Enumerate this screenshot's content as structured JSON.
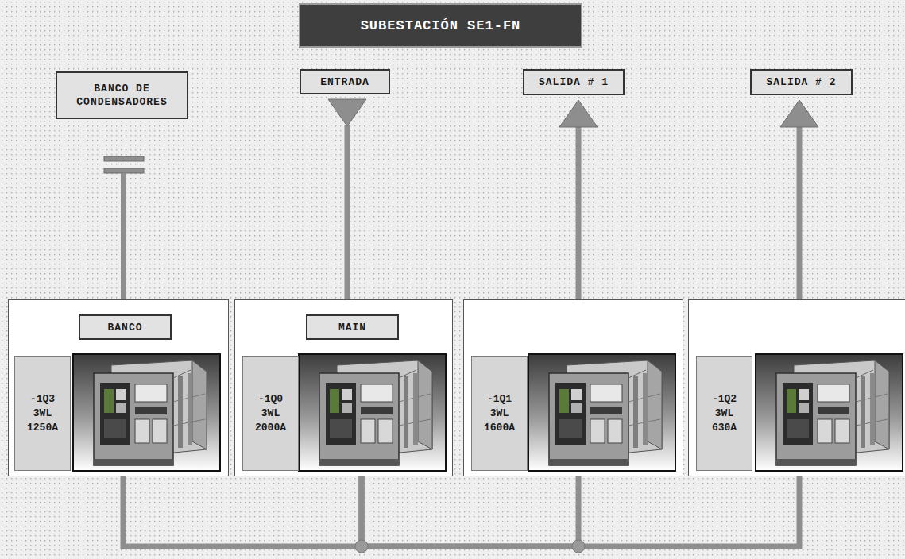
{
  "diagram": {
    "title": "SUBESTACIÓN SE1-FN",
    "nodes": [
      {
        "text": [
          "BANCO DE CONDENSADORES"
        ]
      },
      {
        "text": [
          "ENTRADA"
        ]
      },
      {
        "text": [
          "SALIDA # 1"
        ]
      },
      {
        "text": [
          "SALIDA # 2"
        ]
      },
      {
        "text": []
      },
      {
        "text": [
          "BANCO"
        ],
        "in": 4
      },
      {
        "text": [
          "-1Q3 3WL 1250A"
        ],
        "in": 4
      },
      {
        "text": []
      },
      {
        "text": [
          "MAIN"
        ],
        "in": 7
      },
      {
        "text": [
          "-1Q0 3WL 2000A"
        ],
        "in": 7
      },
      {
        "text": []
      },
      {
        "text": [
          "-1Q1 3WL 1600A"
        ],
        "in": 10
      },
      {
        "text": []
      },
      {
        "text": [
          "-1Q2 3WL 630A"
        ],
        "in": 12
      }
    ],
    "edges": [
      {
        "from": 7,
        "to": 1,
        "arrow": "to"
      },
      {
        "from": 10,
        "to": 2,
        "arrow": "to"
      },
      {
        "from": 12,
        "to": 3,
        "arrow": "to"
      },
      {
        "from": 7,
        "to": 4,
        "arrow": "none"
      },
      {
        "from": 7,
        "to": 10,
        "arrow": "none"
      },
      {
        "from": 7,
        "to": 12,
        "arrow": "none"
      }
    ]
  }
}
